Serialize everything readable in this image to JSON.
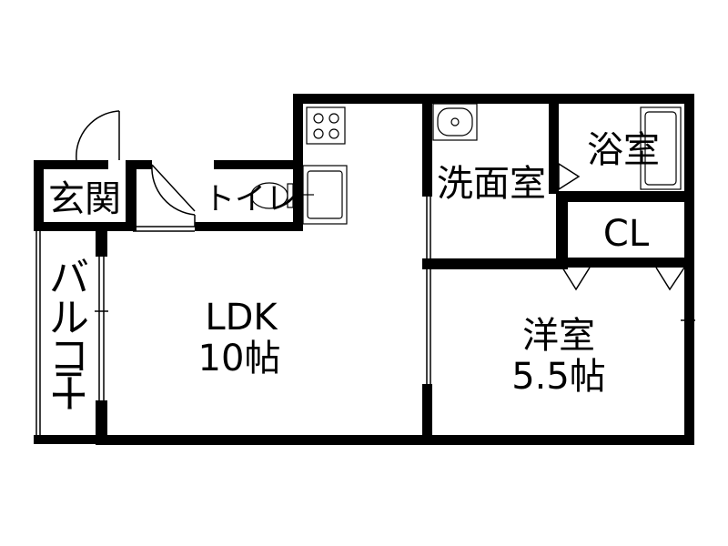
{
  "rooms": {
    "entrance": "玄関",
    "toilet": "トイレ",
    "washroom": "洗面室",
    "bathroom": "浴室",
    "closet": "CL",
    "ldk_name": "LDK",
    "ldk_size": "10帖",
    "western_name": "洋室",
    "western_size": "5.5帖",
    "balcony": [
      "バ",
      "ル",
      "コ",
      "ニ",
      "ー"
    ]
  },
  "colors": {
    "wall": "#000000",
    "fixture": "#555555",
    "background": "#ffffff"
  }
}
